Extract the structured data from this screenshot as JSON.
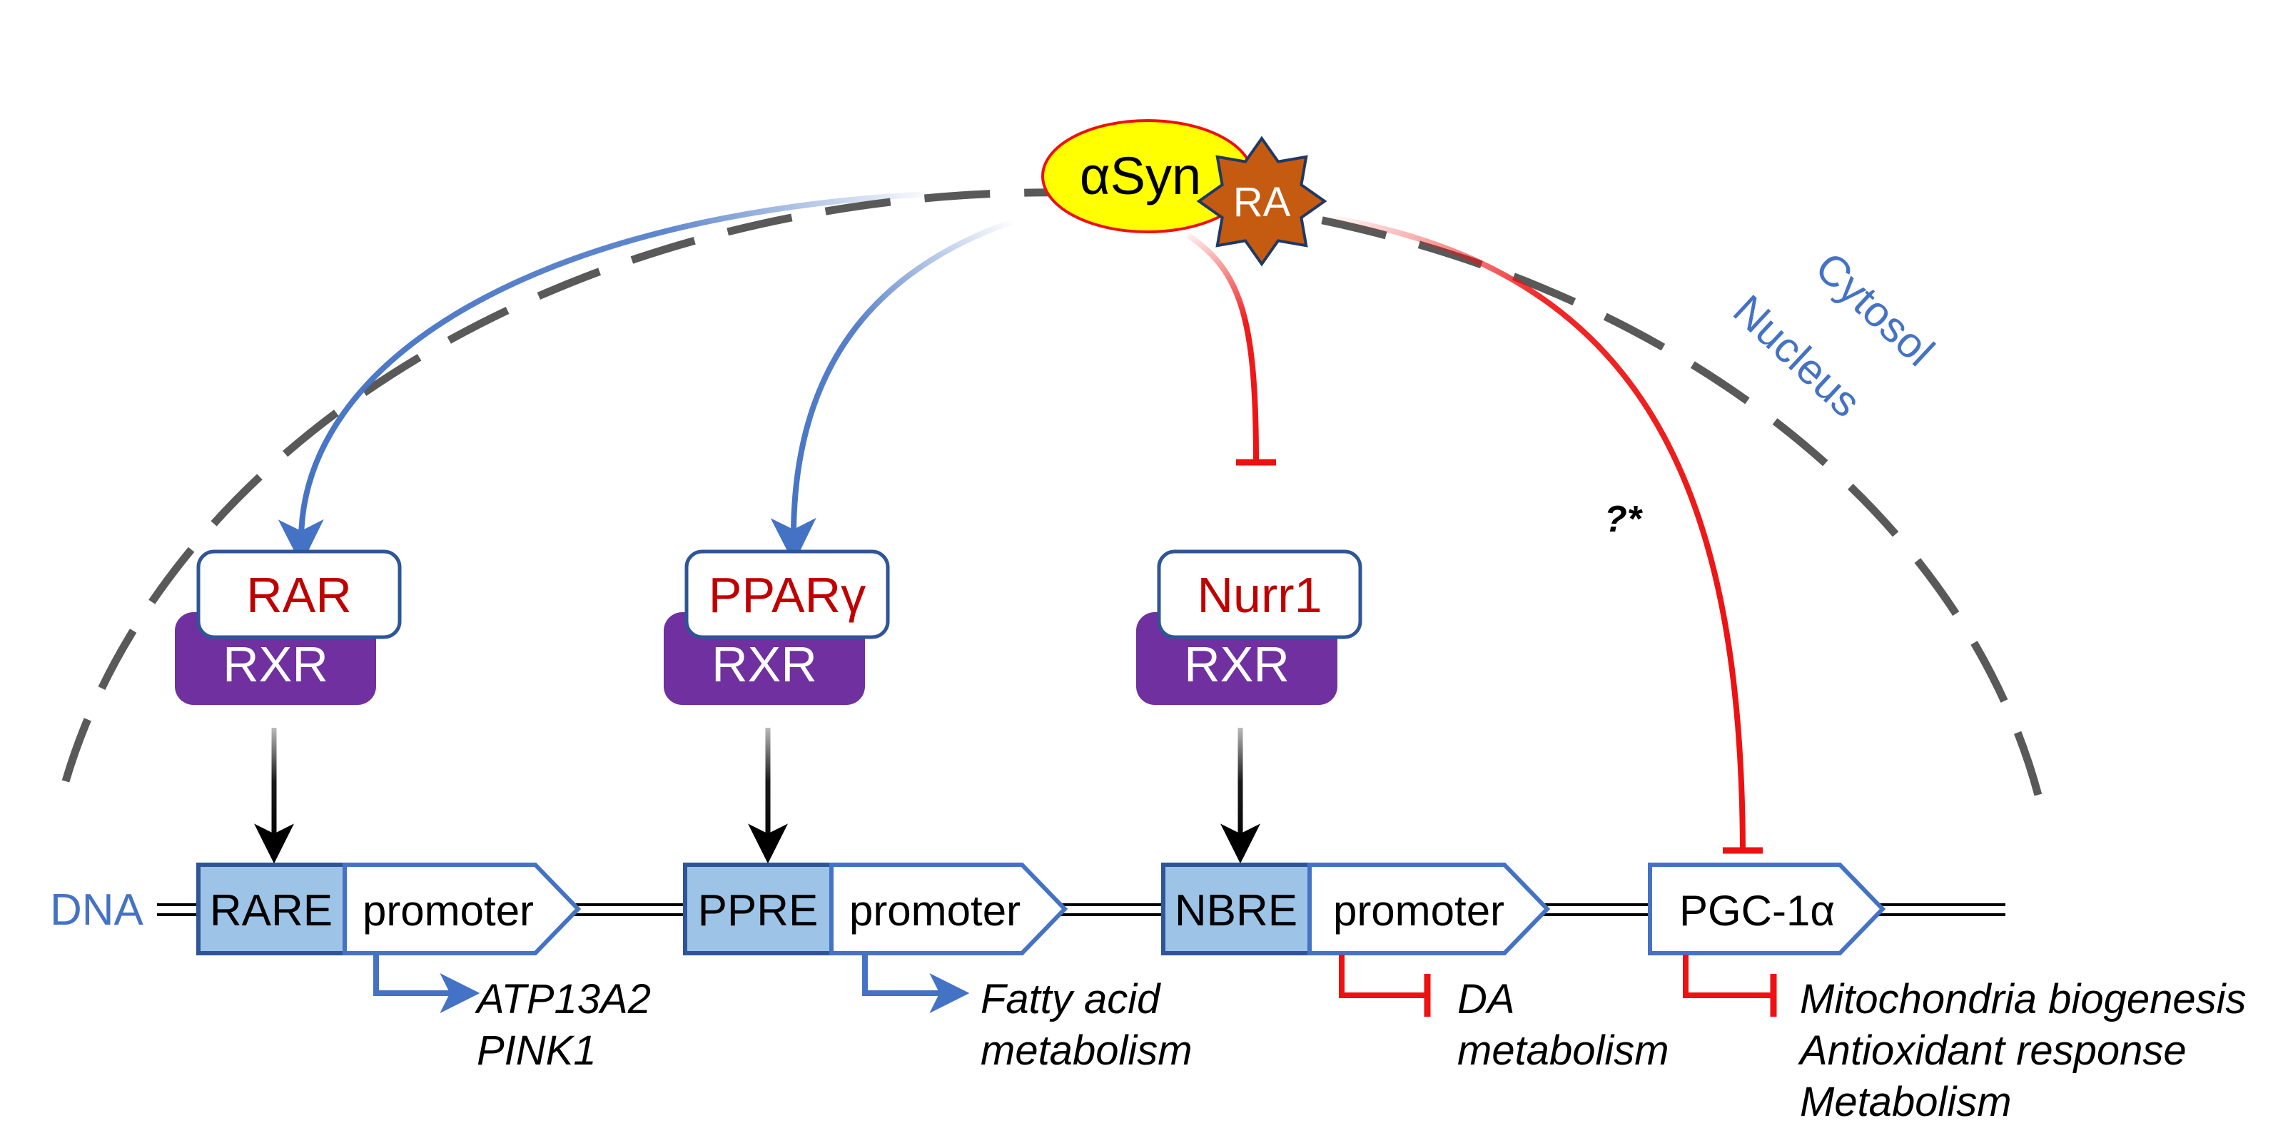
{
  "colors": {
    "blue": "#4472C4",
    "red": "#EE1111",
    "dark_red": "#C00000",
    "purple": "#7030A0",
    "light_blue": "#9DC3E6",
    "yellow": "#FFFF00",
    "orange": "#C55A11",
    "gray": "#595959",
    "text_blue": "#4472C4"
  },
  "compartments": {
    "cytosol": "Cytosol",
    "nucleus": "Nucleus"
  },
  "complex": {
    "asyn": "αSyn",
    "ra": "RA"
  },
  "receptors": [
    {
      "top": "RAR",
      "bottom": "RXR"
    },
    {
      "top": "PPARγ",
      "bottom": "RXR"
    },
    {
      "top": "Nurr1",
      "bottom": "RXR"
    }
  ],
  "dna": {
    "label": "DNA",
    "elements": [
      "RARE",
      "PPRE",
      "NBRE"
    ],
    "promoter": "promoter",
    "pgc": "PGC-1α"
  },
  "annotation": "?*",
  "outputs": [
    {
      "lines": [
        "ATP13A2",
        "PINK1"
      ]
    },
    {
      "lines": [
        "Fatty acid",
        "metabolism"
      ]
    },
    {
      "lines": [
        "DA",
        "metabolism"
      ]
    },
    {
      "lines": [
        "Mitochondria biogenesis",
        "Antioxidant response",
        "Metabolism"
      ]
    }
  ],
  "icons": [
    "star-octagram-icon",
    "arrow-icon",
    "inhibition-bar-icon"
  ]
}
